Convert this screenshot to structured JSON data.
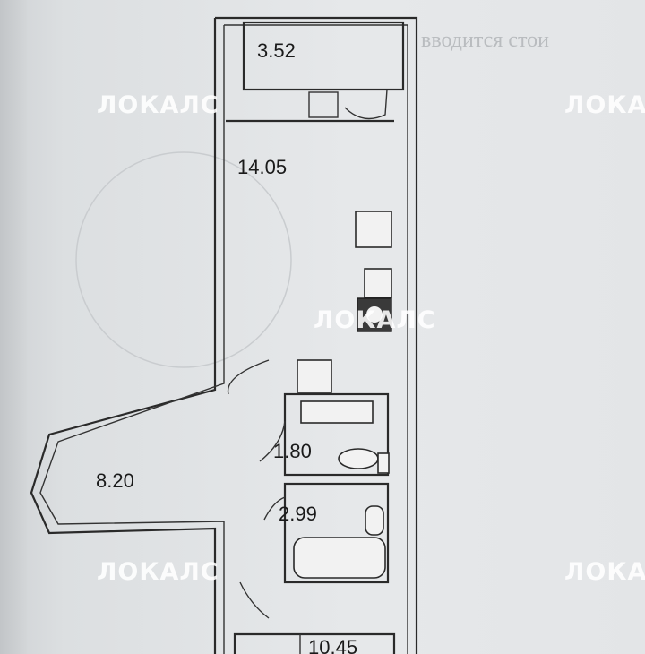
{
  "rooms": [
    {
      "area": "3.52"
    },
    {
      "area": "14.05"
    },
    {
      "area": "8.20"
    },
    {
      "area": "1.80"
    },
    {
      "area": "2.99"
    },
    {
      "area": "10.45"
    }
  ],
  "watermark": {
    "text": "ЛОКАЛС"
  },
  "background_text": "вводится стои"
}
